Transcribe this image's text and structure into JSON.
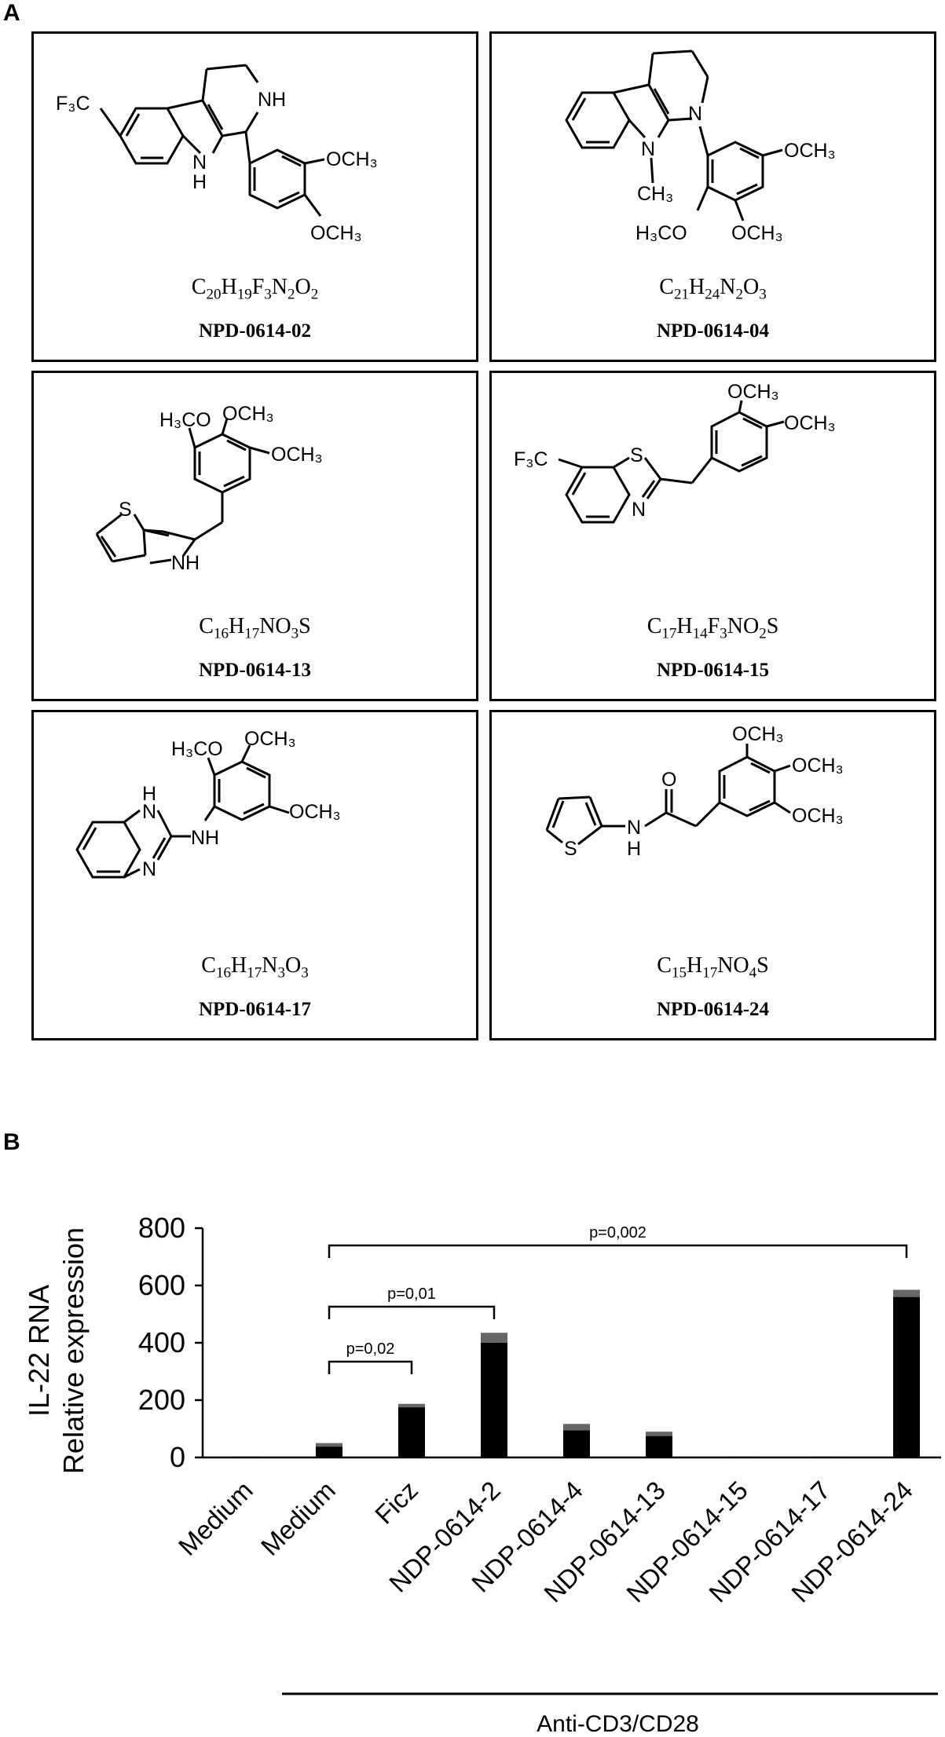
{
  "panel_a": {
    "letter": "A",
    "compounds": [
      {
        "formula": [
          [
            "C",
            "20"
          ],
          [
            "H",
            "19"
          ],
          [
            "F",
            "3"
          ],
          [
            "N",
            "2"
          ],
          [
            "O",
            "2"
          ]
        ],
        "name": "NPD-0614-02",
        "atoms": {
          "cf3": "F₃C",
          "nh": "NH",
          "indole_h": "H",
          "och3_a": "OCH₃",
          "och3_b": "OCH₃",
          "n_indole": "N"
        }
      },
      {
        "formula": [
          [
            "C",
            "21"
          ],
          [
            "H",
            "24"
          ],
          [
            "N",
            "2"
          ],
          [
            "O",
            "3"
          ]
        ],
        "name": "NPD-0614-04",
        "atoms": {
          "n_ring": "N",
          "n_indole": "N",
          "ch3": "CH₃",
          "och3_a": "OCH₃",
          "och3_b": "OCH₃",
          "h3co": "H₃CO"
        }
      },
      {
        "formula": [
          [
            "C",
            "16"
          ],
          [
            "H",
            "17"
          ],
          [
            "N",
            ""
          ],
          [
            "O",
            "3"
          ],
          [
            "S",
            ""
          ]
        ],
        "name": "NPD-0614-13",
        "atoms": {
          "h3co": "H₃CO",
          "och3_a": "OCH₃",
          "och3_b": "OCH₃",
          "s": "S",
          "nh": "NH"
        }
      },
      {
        "formula": [
          [
            "C",
            "17"
          ],
          [
            "H",
            "14"
          ],
          [
            "F",
            "3"
          ],
          [
            "N",
            ""
          ],
          [
            "O",
            "2"
          ],
          [
            "S",
            ""
          ]
        ],
        "name": "NPD-0614-15",
        "atoms": {
          "cf3": "F₃C",
          "s": "S",
          "n": "N",
          "och3_a": "OCH₃",
          "och3_b": "OCH₃"
        }
      },
      {
        "formula": [
          [
            "C",
            "16"
          ],
          [
            "H",
            "17"
          ],
          [
            "N",
            "3"
          ],
          [
            "O",
            "3"
          ]
        ],
        "name": "NPD-0614-17",
        "atoms": {
          "h3co": "H₃CO",
          "och3_a": "OCH₃",
          "och3_b": "OCH₃",
          "h": "H",
          "n": "N",
          "nh": "NH"
        }
      },
      {
        "formula": [
          [
            "C",
            "15"
          ],
          [
            "H",
            "17"
          ],
          [
            "N",
            ""
          ],
          [
            "O",
            "4"
          ],
          [
            "S",
            ""
          ]
        ],
        "name": "NPD-0614-24",
        "atoms": {
          "o": "O",
          "s": "S",
          "nh_n": "N",
          "nh_h": "H",
          "och3_a": "OCH₃",
          "och3_b": "OCH₃",
          "och3_c": "OCH₃"
        }
      }
    ]
  },
  "panel_b": {
    "letter": "B",
    "chart_data": {
      "type": "bar",
      "ylabel_lines": [
        "IL-22 RNA",
        "Relative expression"
      ],
      "ylim": [
        0,
        800
      ],
      "yticks": [
        0,
        200,
        400,
        600,
        800
      ],
      "categories": [
        "Medium",
        "Medium",
        "Ficz",
        "NDP-0614-2",
        "NDP-0614-4",
        "NDP-0614-13",
        "NDP-0614-15",
        "NDP-0614-17",
        "NDP-0614-24"
      ],
      "values": [
        3,
        38,
        175,
        400,
        95,
        75,
        3,
        3,
        560
      ],
      "errors": [
        0,
        12,
        12,
        35,
        22,
        15,
        0,
        0,
        25
      ],
      "bar_color": "#000000",
      "error_color": "#666666",
      "brackets": [
        {
          "from": 1,
          "to": 2,
          "label": "p=0,02"
        },
        {
          "from": 1,
          "to": 3,
          "label": "p=0,01"
        },
        {
          "from": 1,
          "to": 8,
          "label": "p=0,002"
        }
      ],
      "group_label": "Anti-CD3/CD28",
      "group_range": [
        1,
        8
      ]
    }
  }
}
